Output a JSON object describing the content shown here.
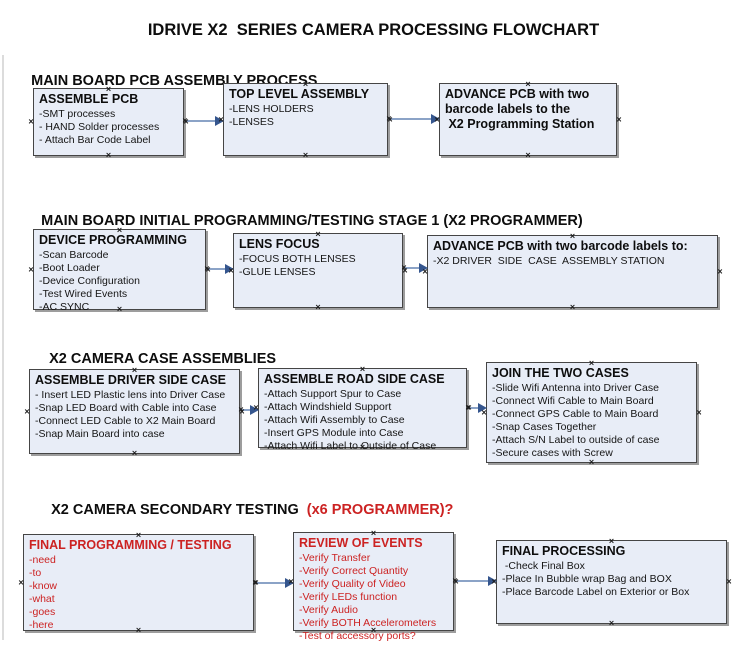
{
  "page": {
    "title": "IDRIVE X2  SERIES CAMERA PROCESSING FLOWCHART"
  },
  "icons": {
    "connection_marker": "×",
    "arrowhead": "right-triangle"
  },
  "colors": {
    "box_fill": "#e8edf7",
    "box_border": "#454545",
    "accent_red": "#cc2222",
    "arrow_line": "#8ba3c7",
    "arrow_head": "#35568e",
    "text": "#111111"
  },
  "sections": [
    {
      "heading": "MAIN BOARD PCB ASSEMBLY PROCESS",
      "boxes": [
        {
          "title": "ASSEMBLE PCB",
          "items": [
            "-SMT processes",
            "- HAND Solder processes",
            "- Attach Bar Code Label"
          ]
        },
        {
          "title": "TOP LEVEL ASSEMBLY",
          "items": [
            "-LENS HOLDERS",
            "-LENSES"
          ]
        },
        {
          "title": "ADVANCE PCB with two\nbarcode labels to the\n X2 Programming Station",
          "items": []
        }
      ]
    },
    {
      "heading": "MAIN BOARD INITIAL PROGRAMMING/TESTING STAGE 1 (X2 PROGRAMMER)",
      "boxes": [
        {
          "title": "DEVICE PROGRAMMING",
          "items": [
            "-Scan Barcode",
            "-Boot Loader",
            "-Device Configuration",
            "-Test Wired Events",
            "-AC SYNC"
          ]
        },
        {
          "title": "LENS FOCUS",
          "items": [
            "-FOCUS BOTH LENSES",
            "-GLUE LENSES"
          ]
        },
        {
          "title": "ADVANCE PCB with two barcode labels to:",
          "items": [
            "-X2 DRIVER  SIDE  CASE  ASSEMBLY STATION"
          ]
        }
      ]
    },
    {
      "heading": "X2 CAMERA CASE ASSEMBLIES",
      "boxes": [
        {
          "title": "ASSEMBLE DRIVER SIDE CASE",
          "items": [
            "- Insert LED Plastic lens into Driver Case",
            "-Snap LED Board with Cable into Case",
            "-Connect LED Cable to X2 Main Board",
            "-Snap Main Board into case"
          ]
        },
        {
          "title": "ASSEMBLE ROAD SIDE CASE",
          "items": [
            "-Attach Support Spur to Case",
            "-Attach Windshield Support",
            "-Attach Wifi Assembly to Case",
            "-Insert GPS Module into Case",
            "-Attach Wifi Label to Outside of Case"
          ]
        },
        {
          "title": "JOIN THE TWO CASES",
          "items": [
            "-Slide Wifi Antenna into Driver Case",
            "-Connect Wifi Cable to Main Board",
            "-Connect GPS Cable to Main Board",
            "-Snap Cases Together",
            "-Attach S/N Label to outside of case",
            "-Secure cases with Screw"
          ]
        }
      ]
    },
    {
      "heading": "X2 CAMERA SECONDARY TESTING ",
      "heading_red": " (x6 PROGRAMMER)?",
      "boxes": [
        {
          "title": "FINAL PROGRAMMING / TESTING",
          "items": [
            "-need",
            "-to",
            "-know",
            "-what",
            "-goes",
            "-here"
          ]
        },
        {
          "title": "REVIEW OF EVENTS",
          "items": [
            "-Verify Transfer",
            "-Verify Correct Quantity",
            "-Verify Quality of Video",
            "-Verify LEDs function",
            "-Verify Audio",
            "-Verify BOTH Accelerometers",
            "-Test of accessory ports?"
          ]
        },
        {
          "title": "FINAL PROCESSING",
          "items": [
            " -Check Final Box",
            "-Place In Bubble wrap Bag and BOX",
            "-Place Barcode Label on Exterior or Box"
          ]
        }
      ]
    }
  ]
}
